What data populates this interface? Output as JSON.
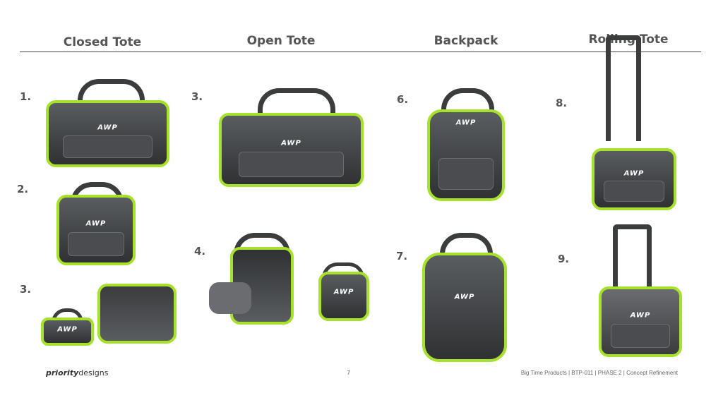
{
  "headings": [
    "Closed Tote",
    "Open Tote",
    "Backpack",
    "Rolling Tote"
  ],
  "numbers": [
    "1.",
    "2.",
    "3.",
    "3.",
    "4.",
    "6.",
    "7.",
    "8.",
    "9."
  ],
  "logo_text": "AWP",
  "footer": {
    "brand_bold": "priority",
    "brand_light": "designs",
    "page": "7",
    "info": "Big Time Products | BTP-011 | PHASE 2 | Concept Refinement"
  },
  "colors": {
    "accent": "#a6e22b",
    "body": "#3a3c3e"
  }
}
